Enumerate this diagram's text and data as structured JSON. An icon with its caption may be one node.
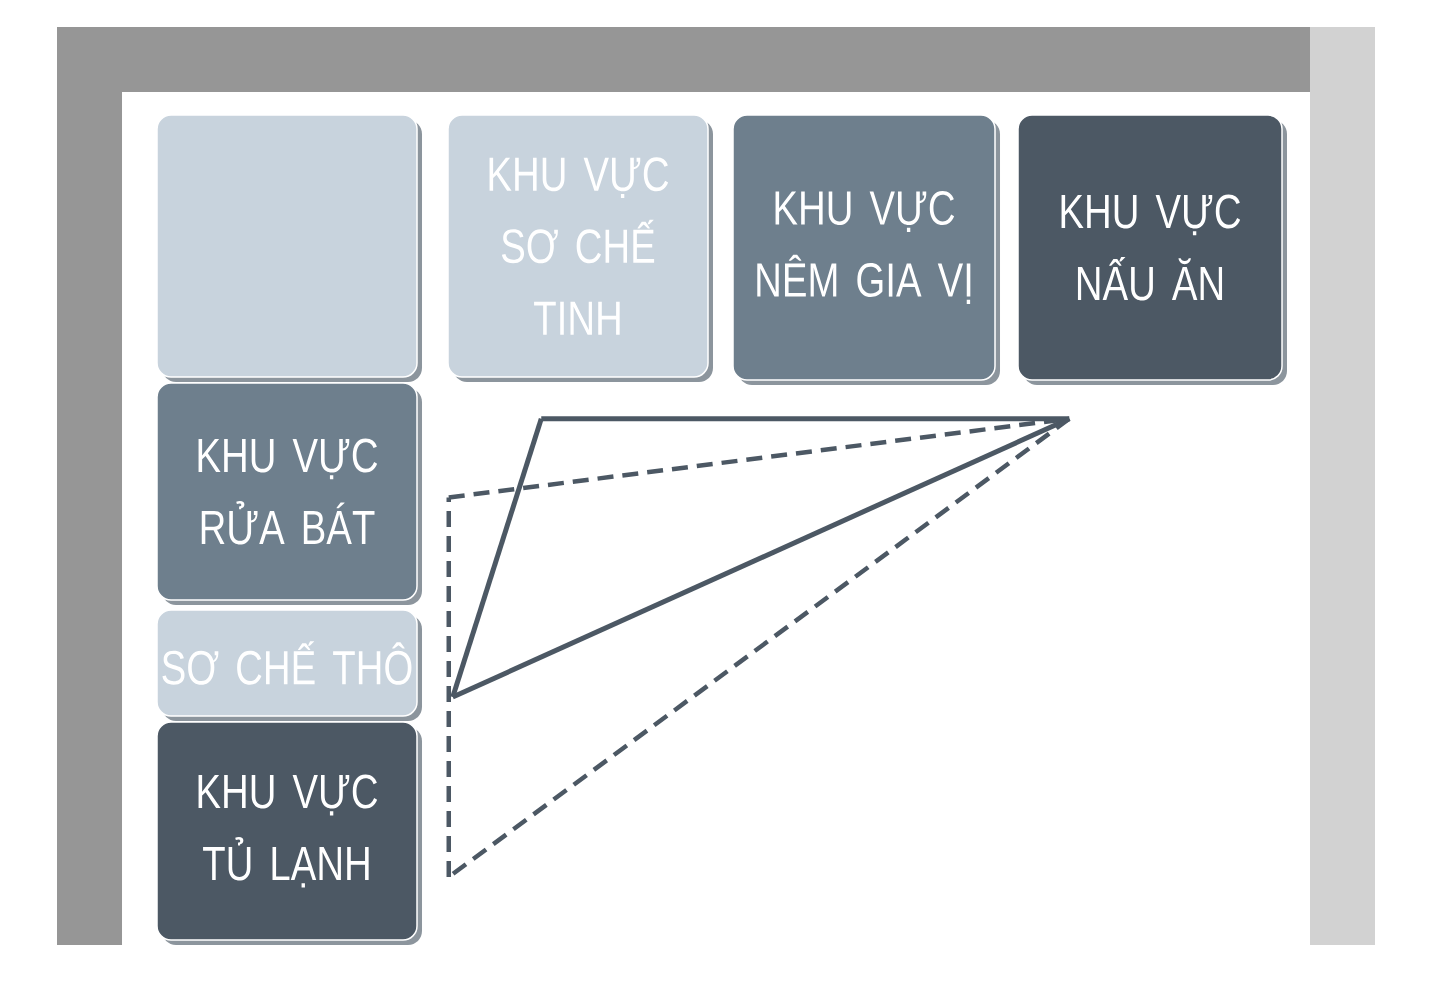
{
  "diagram": {
    "nodes": [
      {
        "text": [],
        "shape": "box"
      },
      {
        "text": [
          "KHU VỰC SƠ CHẾ TINH"
        ]
      },
      {
        "text": [
          "KHU VỰC NÊM GIA VỊ"
        ]
      },
      {
        "text": [
          "KHU VỰC NẤU ĂN"
        ]
      },
      {
        "text": [
          "KHU VỰC RỬA BÁT"
        ]
      },
      {
        "text": [
          "SƠ CHẾ THÔ"
        ]
      },
      {
        "text": [
          "KHU VỰC TỦ LẠNH"
        ]
      }
    ],
    "edges": [
      {
        "from": 1,
        "to": 3,
        "arrow": "none"
      },
      {
        "from": 3,
        "to": 5,
        "arrow": "none"
      },
      {
        "from": 5,
        "to": 1,
        "arrow": "none"
      },
      {
        "from": 4,
        "to": 3,
        "arrow": "none",
        "style": "dashed"
      },
      {
        "from": 3,
        "to": 6,
        "arrow": "none",
        "style": "dashed"
      },
      {
        "from": 6,
        "to": 4,
        "arrow": "none",
        "style": "dashed"
      }
    ]
  }
}
